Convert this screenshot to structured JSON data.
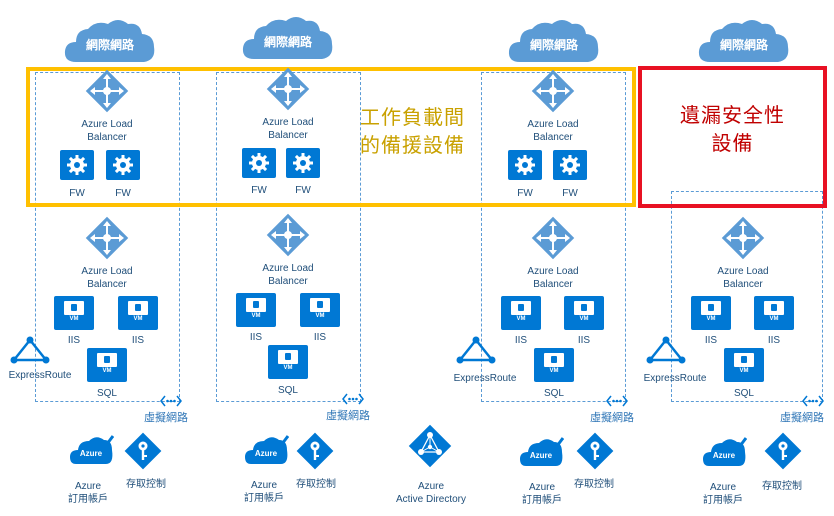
{
  "colors": {
    "azure_blue": "#0078d4",
    "light_blue": "#5b9bd5",
    "workload_highlight": "#ffc000",
    "missing_highlight": "#e81123"
  },
  "internet_label": "網際網路",
  "lb_label_line1": "Azure Load",
  "lb_label_line2": "Balancer",
  "fw_label": "FW",
  "vm_tag": "VM",
  "iis_label": "IIS",
  "sql_label": "SQL",
  "vnet_label": "虛擬網路",
  "expressroute_label": "ExpressRoute",
  "subscription_line1": "Azure",
  "subscription_line2": "訂用帳戶",
  "access_control_label": "存取控制",
  "azure_icon_text": "Azure",
  "aad_line1": "Azure",
  "aad_line2": "Active Directory",
  "workload_backup_line1": "工作負載間",
  "workload_backup_line2": "的備援設備",
  "missing_security_line1": "遺漏安全性",
  "missing_security_line2": "設備",
  "icons": [
    "cloud-icon",
    "load-balancer-icon",
    "firewall-gear-icon",
    "vm-icon",
    "expressroute-icon",
    "vnet-dots-icon",
    "azure-subscription-icon",
    "key-icon",
    "active-directory-icon"
  ]
}
